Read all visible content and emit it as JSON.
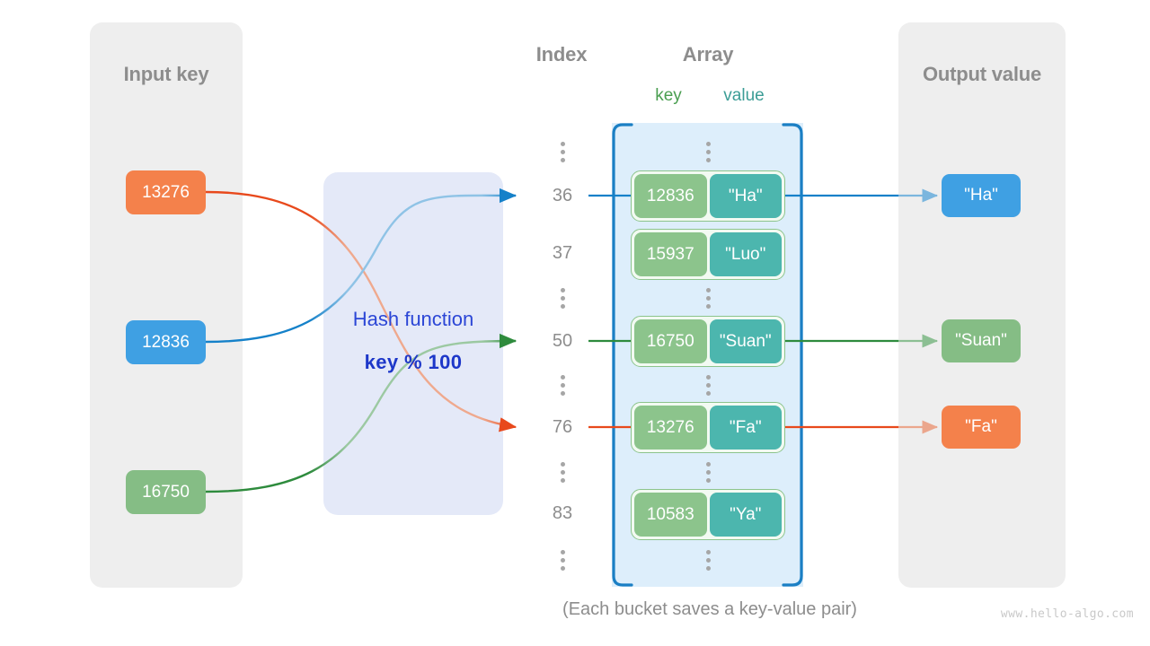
{
  "panels": {
    "input": {
      "title": "Input key"
    },
    "output": {
      "title": "Output value"
    }
  },
  "headings": {
    "index": "Index",
    "array": "Array",
    "key": "key",
    "value": "value"
  },
  "hash": {
    "label": "Hash function",
    "formula": "key % 100"
  },
  "input_keys": [
    {
      "text": "13276",
      "color": "#f4814b"
    },
    {
      "text": "12836",
      "color": "#3fa0e3"
    },
    {
      "text": "16750",
      "color": "#85bd85"
    }
  ],
  "output_values": [
    {
      "text": "\"Ha\"",
      "color": "#3fa0e3"
    },
    {
      "text": "\"Suan\"",
      "color": "#85bd85"
    },
    {
      "text": "\"Fa\"",
      "color": "#f4814b"
    }
  ],
  "index_column": [
    "⋮",
    "36",
    "37",
    "⋮",
    "50",
    "⋮",
    "76",
    "⋮",
    "83",
    "⋮"
  ],
  "buckets": [
    {
      "index": "36",
      "key": "12836",
      "value": "\"Ha\""
    },
    {
      "index": "37",
      "key": "15937",
      "value": "\"Luo\""
    },
    {
      "index": "50",
      "key": "16750",
      "value": "\"Suan\""
    },
    {
      "index": "76",
      "key": "13276",
      "value": "\"Fa\""
    },
    {
      "index": "83",
      "key": "10583",
      "value": "\"Ya\""
    }
  ],
  "mappings": [
    {
      "key": "13276",
      "index": "76",
      "value": "\"Fa\"",
      "color": "#e8491c"
    },
    {
      "key": "12836",
      "index": "36",
      "value": "\"Ha\"",
      "color": "#1581c9"
    },
    {
      "key": "16750",
      "index": "50",
      "value": "\"Suan\"",
      "color": "#2e8b3d"
    }
  ],
  "caption": "(Each bucket saves a key-value pair)",
  "watermark": "www.hello-algo.com",
  "colors": {
    "panel_bg": "#eeeeee",
    "hash_bg": "#e4e9f8",
    "hash_text": "#2b46d6",
    "array_bg": "#ddeefb",
    "array_bracket": "#1b7fc4",
    "bucket_key": "#8cc48c",
    "bucket_value": "#4cb6ae",
    "heading": "#8d8d8d",
    "key_label": "#4a9e50",
    "value_label": "#3c9d96"
  }
}
